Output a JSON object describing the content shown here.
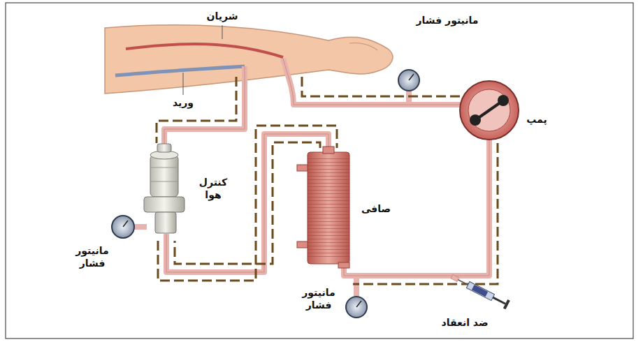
{
  "diagram": {
    "labels": [
      "شریان",
      "ورید",
      "مانیتور فشار",
      "پمپ",
      "کنترل هوا",
      "صافی",
      "مانیتور فشار",
      "مانیتور فشار",
      "ضد انعقاد"
    ]
  }
}
